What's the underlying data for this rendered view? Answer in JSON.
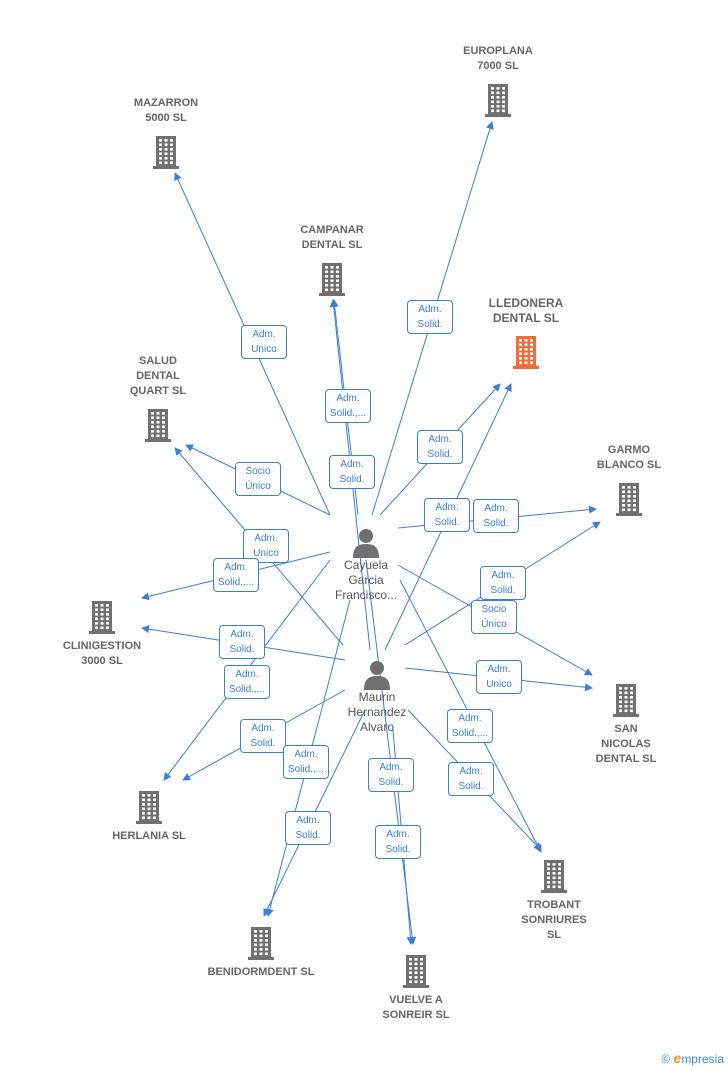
{
  "colors": {
    "edge": "#3b7fd4",
    "building": "#707070",
    "highlight": "#f26b38",
    "person": "#707070"
  },
  "companies": [
    {
      "id": "mazarron",
      "label": "MAZARRON\n5000 SL"
    },
    {
      "id": "europlana",
      "label": "EUROPLANA\n7000 SL"
    },
    {
      "id": "campanar",
      "label": "CAMPANAR\nDENTAL  SL"
    },
    {
      "id": "lledonera",
      "label": "LLEDONERA\nDENTAL  SL",
      "highlight": true
    },
    {
      "id": "salud",
      "label": "SALUD\nDENTAL\nQUART  SL"
    },
    {
      "id": "garmo",
      "label": "GARMO\nBLANCO  SL"
    },
    {
      "id": "clinigestion",
      "label": "CLINIGESTION\n3000 SL"
    },
    {
      "id": "san_nicolas",
      "label": "SAN\nNICOLAS\nDENTAL  SL"
    },
    {
      "id": "herlania",
      "label": "HERLANIA SL"
    },
    {
      "id": "trobant",
      "label": "TROBANT\nSONRIURES\nSL"
    },
    {
      "id": "benidormdent",
      "label": "BENIDORMDENT SL"
    },
    {
      "id": "vuelve",
      "label": "VUELVE A\nSONREIR SL"
    }
  ],
  "persons": [
    {
      "id": "cayuela",
      "label": "Cayuela\nGarcia\nFrancisco..."
    },
    {
      "id": "maurin",
      "label": "Maurin\nHernandez\nAlvaro"
    }
  ],
  "edges": [
    {
      "from": "cayuela",
      "to": "mazarron",
      "label": "Adm.\nUnico"
    },
    {
      "from": "cayuela",
      "to": "europlana",
      "label": "Adm.\nSolid."
    },
    {
      "from": "cayuela",
      "to": "campanar",
      "label": "Adm.\nSolid.,..."
    },
    {
      "from": "maurin",
      "to": "campanar",
      "label": "Adm.\nSolid."
    },
    {
      "from": "cayuela",
      "to": "lledonera",
      "label": "Adm.\nSolid."
    },
    {
      "from": "maurin",
      "to": "lledonera",
      "label": "Adm.\nSolid."
    },
    {
      "from": "cayuela",
      "to": "salud",
      "label": "Socio\nÚnico"
    },
    {
      "from": "maurin",
      "to": "salud",
      "label": "Adm.\nUnico"
    },
    {
      "from": "cayuela",
      "to": "garmo",
      "label": "Adm.\nSolid."
    },
    {
      "from": "maurin",
      "to": "garmo",
      "label": "Adm.\nSolid."
    },
    {
      "from": "cayuela",
      "to": "clinigestion",
      "label": "Adm.\nSolid.,..."
    },
    {
      "from": "maurin",
      "to": "clinigestion",
      "label": "Adm.\nSolid."
    },
    {
      "from": "cayuela",
      "to": "san_nicolas",
      "label": "Socio\nÚnico"
    },
    {
      "from": "maurin",
      "to": "san_nicolas",
      "label": "Adm.\nUnico"
    },
    {
      "from": "cayuela",
      "to": "herlania",
      "label": "Adm.\nSolid.,..."
    },
    {
      "from": "maurin",
      "to": "herlania",
      "label": "Adm.\nSolid."
    },
    {
      "from": "cayuela",
      "to": "trobant",
      "label": "Adm.\nSolid.,..."
    },
    {
      "from": "maurin",
      "to": "trobant",
      "label": "Adm.\nSolid."
    },
    {
      "from": "cayuela",
      "to": "benidormdent",
      "label": "Adm.\nSolid.,..."
    },
    {
      "from": "maurin",
      "to": "benidormdent",
      "label": "Adm.\nSolid."
    },
    {
      "from": "cayuela",
      "to": "vuelve",
      "label": "Adm.\nSolid."
    },
    {
      "from": "maurin",
      "to": "vuelve",
      "label": "Adm.\nSolid."
    }
  ],
  "footer": {
    "copyright": "©",
    "brand_first": "e",
    "brand_rest": "mpresia"
  }
}
